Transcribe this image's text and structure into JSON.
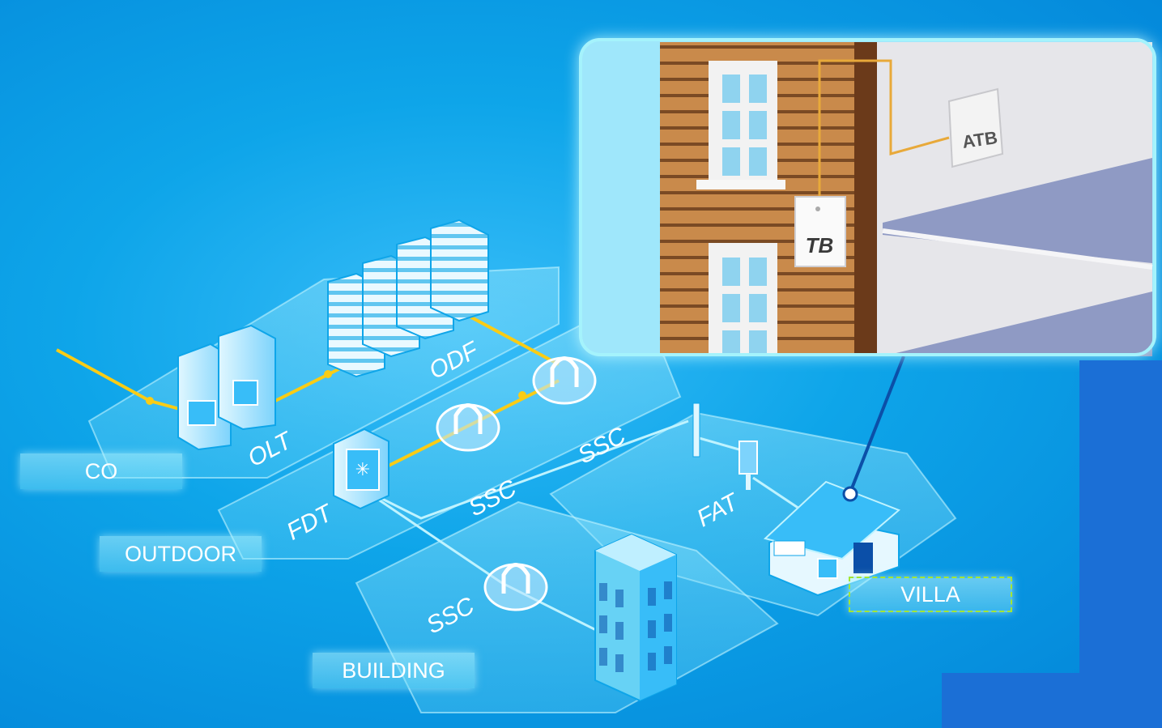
{
  "zones": {
    "co": "CO",
    "outdoor": "OUTDOOR",
    "building": "BUILDING",
    "villa": "VILLA"
  },
  "equipment": {
    "olt": "OLT",
    "odf": "ODF",
    "fdt": "FDT",
    "fat": "FAT",
    "ssc_top": "SSC",
    "ssc_middle": "SSC",
    "ssc_building": "SSC"
  },
  "inset": {
    "tb": "TB",
    "atb": "ATB"
  },
  "colors": {
    "background": "#0ea5e9",
    "platform": "#7dd3fc",
    "fiber_yellow": "#facc15",
    "fiber_cyan": "#a5f3fc",
    "connector_line": "#0b4fa8",
    "brick": "#c98a4b",
    "window": "#8fd3ef"
  }
}
